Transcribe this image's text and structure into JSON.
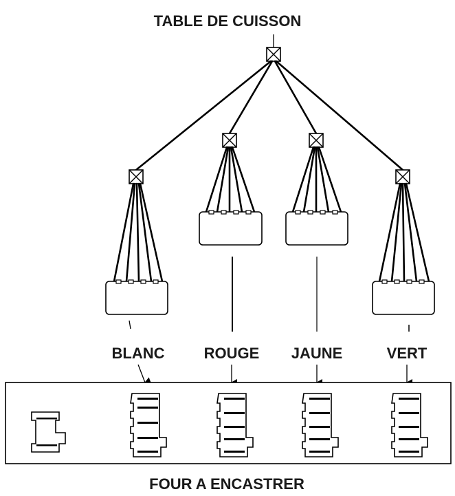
{
  "diagram": {
    "top_label": "TABLE DE CUISSON",
    "bottom_label": "FOUR A ENCASTRER",
    "wires": {
      "blanc": "BLANC",
      "rouge": "ROUGE",
      "jaune": "JAUNE",
      "vert": "VERT"
    }
  }
}
